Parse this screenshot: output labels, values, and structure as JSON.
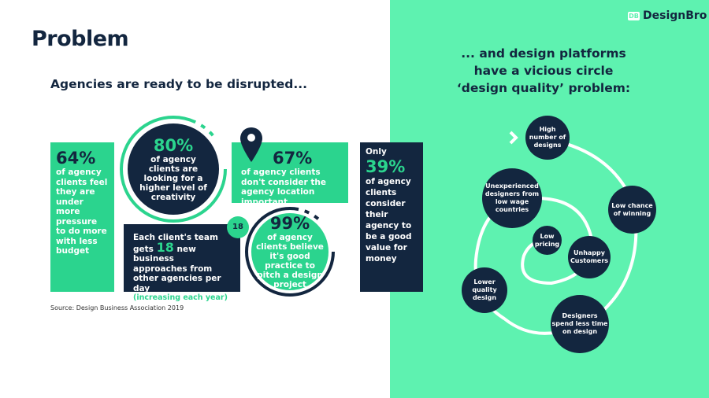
{
  "brand": {
    "logo_mark": "DB",
    "name": "DesignBro"
  },
  "title": "Problem",
  "subtitle": "Agencies are ready to be disrupted...",
  "right_heading": [
    "... and design platforms",
    "have a vicious circle",
    "‘design quality’ problem:"
  ],
  "stats": {
    "s64": {
      "value": "64%",
      "text": "of agency clients feel they are under more pressure to do more with less budget"
    },
    "s80": {
      "value": "80%",
      "text": "of agency clients are looking for a higher level of creativity"
    },
    "s67": {
      "value": "67%",
      "text": "of agency clients don't consider the agency location important"
    },
    "s39": {
      "prefix": "Only",
      "value": "39%",
      "text": "of agency clients consider their agency to be a good value for money"
    },
    "s18": {
      "badge": "18",
      "text_a": "Each client's team gets",
      "value": "18",
      "text_b": "new business approaches from other agencies per day",
      "note": "(increasing each year)"
    },
    "s99": {
      "value": "99%",
      "text": "of agency clients believe it's good practice to pitch a design project"
    }
  },
  "source": "Source: Design Business Association 2019",
  "cycle": [
    "High number of designs",
    "Low chance of winning",
    "Designers spend less time on design",
    "Lower quality design",
    "Unexperienced designers from low wage countries",
    "Low pricing",
    "Unhappy Customers"
  ],
  "colors": {
    "navy": "#13263f",
    "green": "#2bd48e",
    "mint": "#5ef2b0"
  }
}
